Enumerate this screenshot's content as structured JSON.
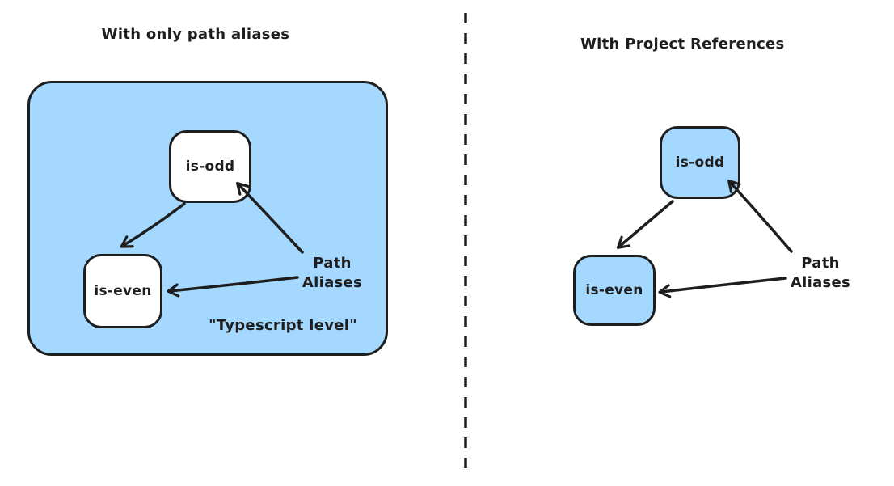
{
  "diagram": {
    "left": {
      "title": "With only path aliases",
      "container_note": "\"Typescript level\"",
      "node_odd": "is-odd",
      "node_even": "is-even",
      "annotation_line1": "Path",
      "annotation_line2": "Aliases"
    },
    "right": {
      "title": "With Project References",
      "node_odd": "is-odd",
      "node_even": "is-even",
      "annotation_line1": "Path",
      "annotation_line2": "Aliases"
    }
  },
  "colors": {
    "background": "#ffffff",
    "stroke": "#1e1e1e",
    "node_fill_blue": "#a5d8ff",
    "node_fill_white": "#ffffff"
  }
}
